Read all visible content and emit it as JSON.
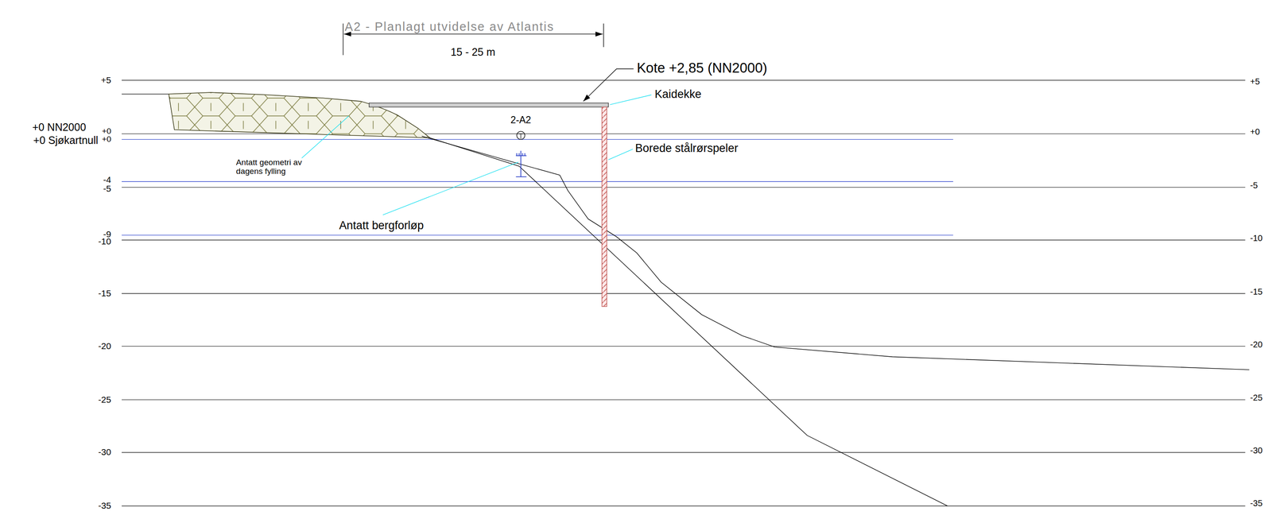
{
  "diagram": {
    "labels": [
      "A2 - Planlagt utvidelse av Atlantis",
      "15 - 25 m",
      "Kote +2,85 (NN2000)",
      "Kaidekke",
      "2-A2",
      "Borede stålrørspeler",
      "+0 NN2000",
      "+0 Sjøkartnull",
      "+0",
      "+0",
      "Antatt geometri av dagens fylling",
      "Antatt bergforløp",
      "+5",
      "-4",
      "-5",
      "-9",
      "-10",
      "-15",
      "-20",
      "-25",
      "-30",
      "-35",
      "+5",
      "+0",
      "-5",
      "-10",
      "-15",
      "-20",
      "-25",
      "-30",
      "-35"
    ]
  }
}
